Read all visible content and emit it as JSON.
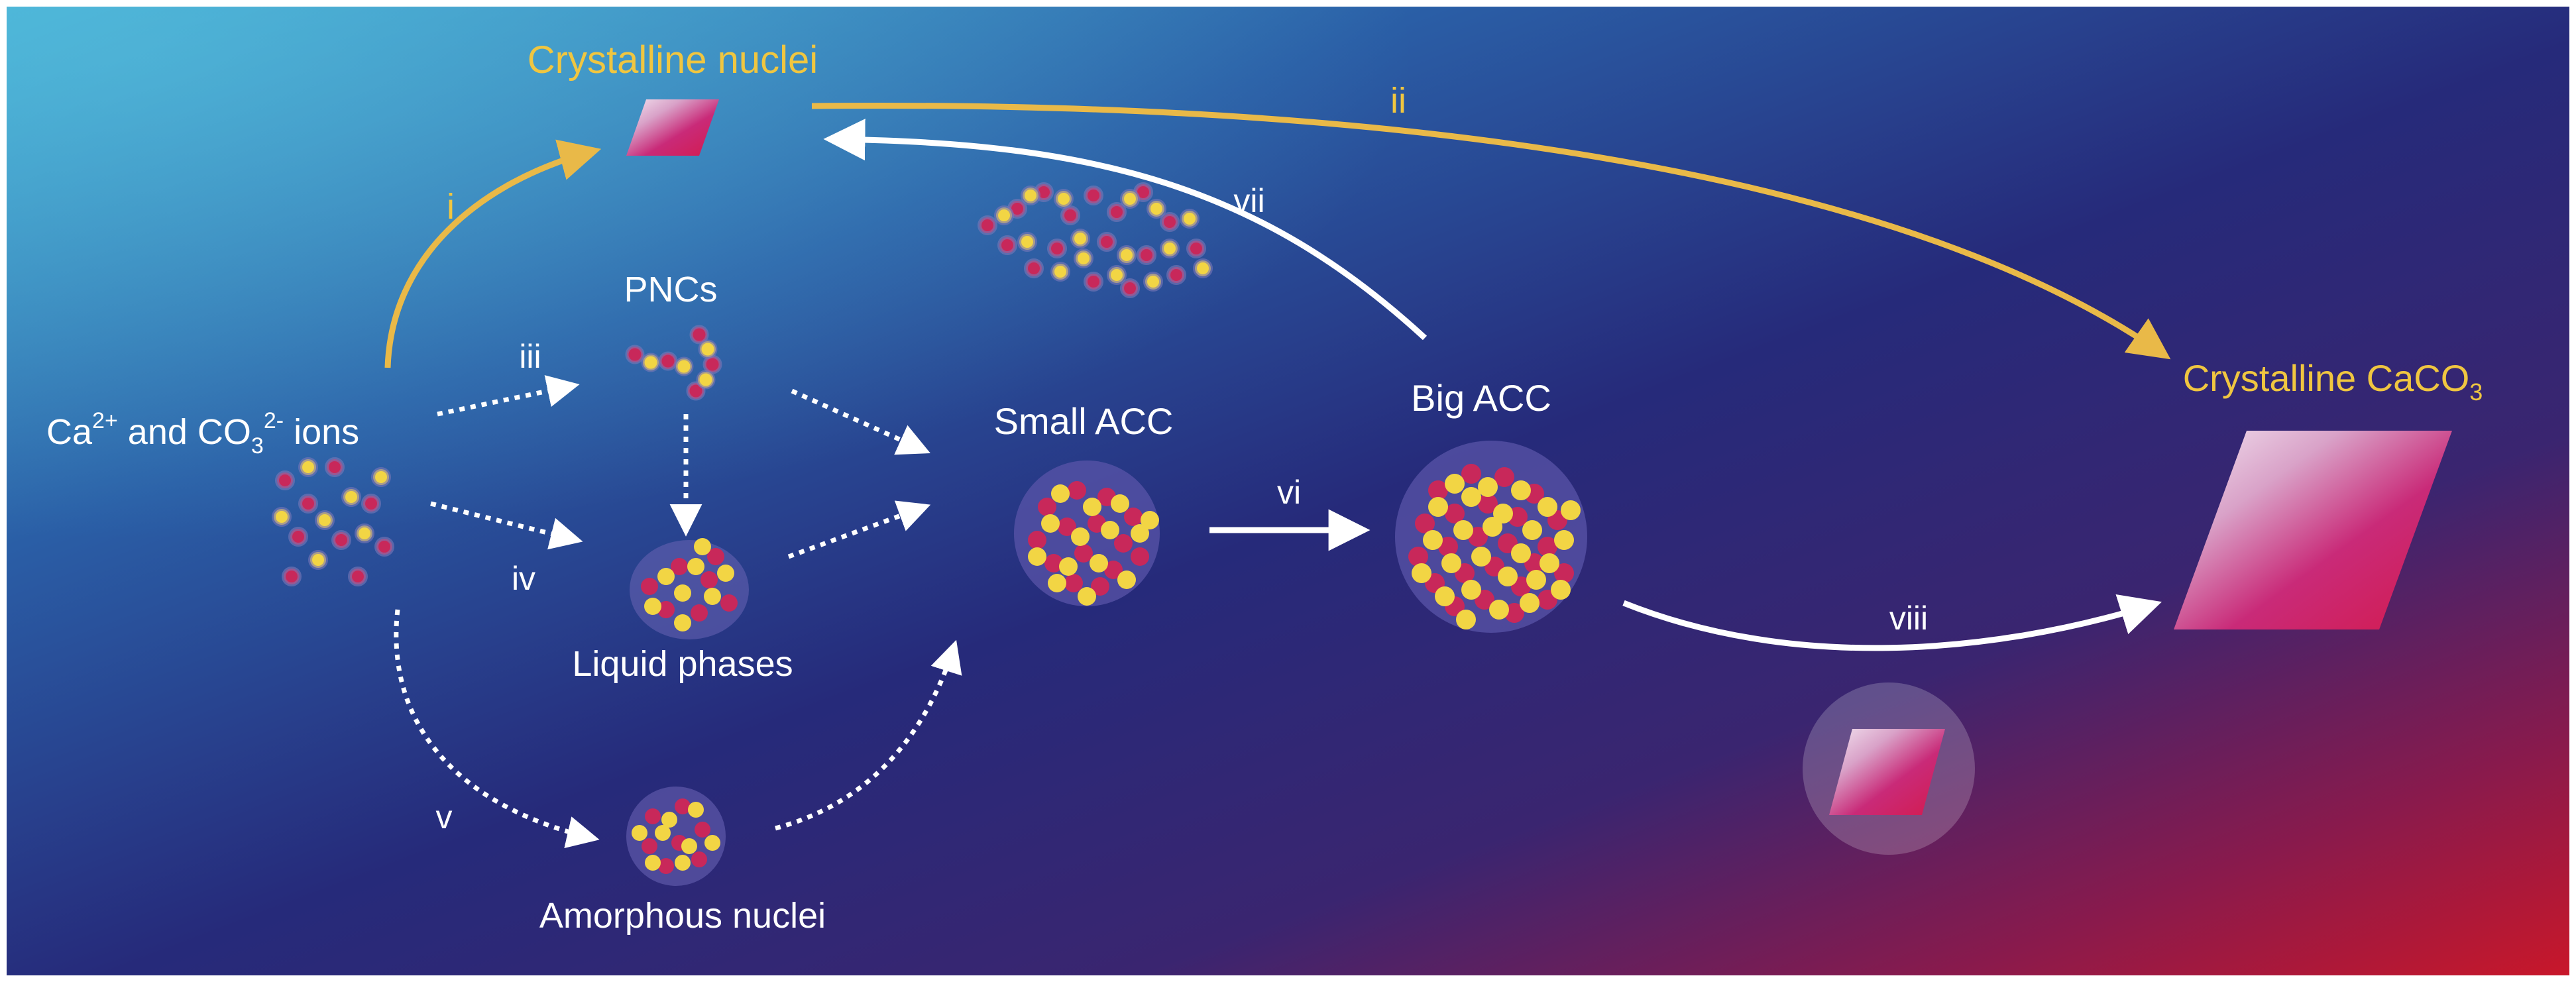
{
  "labels": {
    "crystalline_nuclei": "Crystalline nuclei",
    "pncs": "PNCs",
    "ions_prefix": "Ca",
    "ions_sup1": "2+",
    "ions_mid": " and CO",
    "ions_sub": "3",
    "ions_sup2": "2-",
    "ions_suffix": " ions",
    "small_acc": "Small ACC",
    "big_acc": "Big ACC",
    "liquid_phases": "Liquid phases",
    "amorphous_nuclei": "Amorphous nuclei",
    "crystalline_caco3_prefix": "Crystalline CaCO",
    "crystalline_caco3_sub": "3"
  },
  "pathways": {
    "i": "i",
    "ii": "ii",
    "iii": "iii",
    "iv": "iv",
    "v": "v",
    "vi": "vi",
    "vii": "vii",
    "viii": "viii"
  },
  "colors": {
    "calcium_ion": "#c8285a",
    "carbonate_ion": "#f2d544",
    "yellow_arrow": "#e9b948",
    "white_arrow": "#ffffff",
    "yellow_label": "#f0c640",
    "background_top_left": "#3fa6cf",
    "background_mid": "#262b78",
    "background_bottom_right": "#c7182a"
  }
}
